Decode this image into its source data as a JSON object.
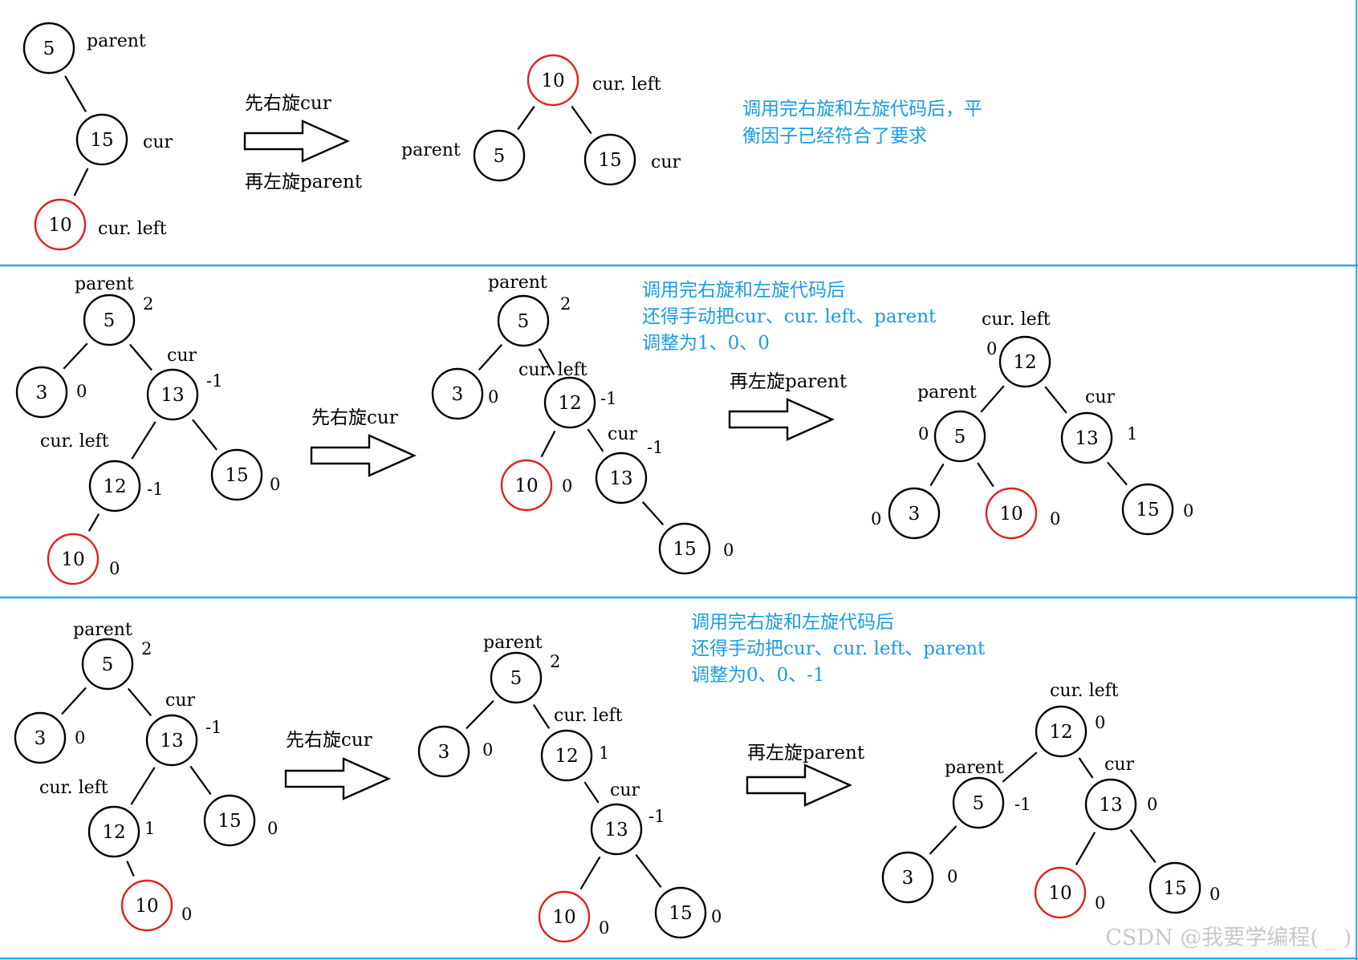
{
  "colors": {
    "node_stroke": "#000000",
    "highlight_stroke": "#e02020",
    "note_text": "#1a9be0",
    "divider": "#2aa6e8",
    "watermark": "#c8c8c8"
  },
  "watermark": "CSDN @我要学编程( _ )",
  "panels": [
    {
      "id": "case-a",
      "nodes": [
        {
          "id": "a1",
          "value": "5",
          "hl": false
        },
        {
          "id": "a2",
          "value": "15",
          "hl": false
        },
        {
          "id": "a3",
          "value": "10",
          "hl": true
        },
        {
          "id": "a4",
          "value": "10",
          "hl": true
        },
        {
          "id": "a5",
          "value": "5",
          "hl": false
        },
        {
          "id": "a6",
          "value": "15",
          "hl": false
        }
      ],
      "edges": [
        [
          "a1",
          "a2"
        ],
        [
          "a2",
          "a3"
        ],
        [
          "a4",
          "a5"
        ],
        [
          "a4",
          "a6"
        ]
      ],
      "labels": [
        {
          "id": "la1",
          "text": "parent"
        },
        {
          "id": "la2",
          "text": "cur"
        },
        {
          "id": "la3",
          "text": "cur. left"
        },
        {
          "id": "la4",
          "text": "cur. left"
        },
        {
          "id": "la5",
          "text": "parent"
        },
        {
          "id": "la6",
          "text": "cur"
        }
      ],
      "arrows": [
        {
          "id": "ar1",
          "top": "先右旋cur",
          "bottom": "再左旋parent"
        }
      ],
      "note": [
        "调用完右旋和左旋代码后，平",
        "衡因子已经符合了要求"
      ]
    },
    {
      "id": "case-b",
      "nodes": [
        {
          "id": "b1",
          "value": "5",
          "hl": false
        },
        {
          "id": "b2",
          "value": "3",
          "hl": false
        },
        {
          "id": "b3",
          "value": "13",
          "hl": false
        },
        {
          "id": "b4",
          "value": "12",
          "hl": false
        },
        {
          "id": "b5",
          "value": "15",
          "hl": false
        },
        {
          "id": "b6",
          "value": "10",
          "hl": true
        },
        {
          "id": "b7",
          "value": "5",
          "hl": false
        },
        {
          "id": "b8",
          "value": "3",
          "hl": false
        },
        {
          "id": "b9",
          "value": "12",
          "hl": false
        },
        {
          "id": "b10",
          "value": "10",
          "hl": true
        },
        {
          "id": "b11",
          "value": "13",
          "hl": false
        },
        {
          "id": "b12",
          "value": "15",
          "hl": false
        },
        {
          "id": "b13",
          "value": "12",
          "hl": false
        },
        {
          "id": "b14",
          "value": "5",
          "hl": false
        },
        {
          "id": "b15",
          "value": "13",
          "hl": false
        },
        {
          "id": "b16",
          "value": "3",
          "hl": false
        },
        {
          "id": "b17",
          "value": "10",
          "hl": true
        },
        {
          "id": "b18",
          "value": "15",
          "hl": false
        }
      ],
      "edges": [
        [
          "b1",
          "b2"
        ],
        [
          "b1",
          "b3"
        ],
        [
          "b3",
          "b4"
        ],
        [
          "b3",
          "b5"
        ],
        [
          "b4",
          "b6"
        ],
        [
          "b7",
          "b8"
        ],
        [
          "b7",
          "b9"
        ],
        [
          "b9",
          "b10"
        ],
        [
          "b9",
          "b11"
        ],
        [
          "b11",
          "b12"
        ],
        [
          "b13",
          "b14"
        ],
        [
          "b13",
          "b15"
        ],
        [
          "b14",
          "b16"
        ],
        [
          "b14",
          "b17"
        ],
        [
          "b15",
          "b18"
        ]
      ],
      "labels": [
        {
          "id": "lb1",
          "text": "parent"
        },
        {
          "id": "lb2",
          "text": "cur"
        },
        {
          "id": "lb3",
          "text": "cur. left"
        },
        {
          "id": "lb4",
          "text": "parent"
        },
        {
          "id": "lb5",
          "text": "cur. left"
        },
        {
          "id": "lb6",
          "text": "cur"
        },
        {
          "id": "lb7",
          "text": "cur. left"
        },
        {
          "id": "lb8",
          "text": "parent"
        },
        {
          "id": "lb9",
          "text": "cur"
        }
      ],
      "balances": [
        {
          "id": "bb1",
          "text": "2"
        },
        {
          "id": "bb2",
          "text": "0"
        },
        {
          "id": "bb3",
          "text": "-1"
        },
        {
          "id": "bb4",
          "text": "-1"
        },
        {
          "id": "bb5",
          "text": "0"
        },
        {
          "id": "bb6",
          "text": "0"
        },
        {
          "id": "bb7",
          "text": "2"
        },
        {
          "id": "bb8",
          "text": "0"
        },
        {
          "id": "bb9",
          "text": "-1"
        },
        {
          "id": "bb10",
          "text": "0"
        },
        {
          "id": "bb11",
          "text": "-1"
        },
        {
          "id": "bb12",
          "text": "0"
        },
        {
          "id": "bb13",
          "text": "0"
        },
        {
          "id": "bb14",
          "text": "0"
        },
        {
          "id": "bb15",
          "text": "1"
        },
        {
          "id": "bb16",
          "text": "0"
        },
        {
          "id": "bb17",
          "text": "0"
        },
        {
          "id": "bb18",
          "text": "0"
        }
      ],
      "arrows": [
        {
          "id": "br1",
          "top": "先右旋cur",
          "bottom": ""
        },
        {
          "id": "br2",
          "top": "再左旋parent",
          "bottom": ""
        }
      ],
      "note": [
        "调用完右旋和左旋代码后",
        "还得手动把cur、cur. left、parent",
        "调整为1、0、0"
      ]
    },
    {
      "id": "case-c",
      "nodes": [
        {
          "id": "c1",
          "value": "5",
          "hl": false
        },
        {
          "id": "c2",
          "value": "3",
          "hl": false
        },
        {
          "id": "c3",
          "value": "13",
          "hl": false
        },
        {
          "id": "c4",
          "value": "12",
          "hl": false
        },
        {
          "id": "c5",
          "value": "15",
          "hl": false
        },
        {
          "id": "c6",
          "value": "10",
          "hl": true
        },
        {
          "id": "c7",
          "value": "5",
          "hl": false
        },
        {
          "id": "c8",
          "value": "3",
          "hl": false
        },
        {
          "id": "c9",
          "value": "12",
          "hl": false
        },
        {
          "id": "c10",
          "value": "13",
          "hl": false
        },
        {
          "id": "c11",
          "value": "10",
          "hl": true
        },
        {
          "id": "c12",
          "value": "15",
          "hl": false
        },
        {
          "id": "c13",
          "value": "12",
          "hl": false
        },
        {
          "id": "c14",
          "value": "5",
          "hl": false
        },
        {
          "id": "c15",
          "value": "13",
          "hl": false
        },
        {
          "id": "c16",
          "value": "3",
          "hl": false
        },
        {
          "id": "c17",
          "value": "10",
          "hl": true
        },
        {
          "id": "c18",
          "value": "15",
          "hl": false
        }
      ],
      "edges": [
        [
          "c1",
          "c2"
        ],
        [
          "c1",
          "c3"
        ],
        [
          "c3",
          "c4"
        ],
        [
          "c3",
          "c5"
        ],
        [
          "c4",
          "c6"
        ],
        [
          "c7",
          "c8"
        ],
        [
          "c7",
          "c9"
        ],
        [
          "c9",
          "c10"
        ],
        [
          "c10",
          "c11"
        ],
        [
          "c10",
          "c12"
        ],
        [
          "c13",
          "c14"
        ],
        [
          "c13",
          "c15"
        ],
        [
          "c14",
          "c16"
        ],
        [
          "c15",
          "c17"
        ],
        [
          "c15",
          "c18"
        ]
      ],
      "labels": [
        {
          "id": "lc1",
          "text": "parent"
        },
        {
          "id": "lc2",
          "text": "cur"
        },
        {
          "id": "lc3",
          "text": "cur. left"
        },
        {
          "id": "lc4",
          "text": "parent"
        },
        {
          "id": "lc5",
          "text": "cur. left"
        },
        {
          "id": "lc6",
          "text": "cur"
        },
        {
          "id": "lc7",
          "text": "cur. left"
        },
        {
          "id": "lc8",
          "text": "parent"
        },
        {
          "id": "lc9",
          "text": "cur"
        }
      ],
      "balances": [
        {
          "id": "cb1",
          "text": "2"
        },
        {
          "id": "cb2",
          "text": "0"
        },
        {
          "id": "cb3",
          "text": "-1"
        },
        {
          "id": "cb4",
          "text": "1"
        },
        {
          "id": "cb5",
          "text": "0"
        },
        {
          "id": "cb6",
          "text": "0"
        },
        {
          "id": "cb7",
          "text": "2"
        },
        {
          "id": "cb8",
          "text": "0"
        },
        {
          "id": "cb9",
          "text": "1"
        },
        {
          "id": "cb10",
          "text": "-1"
        },
        {
          "id": "cb11",
          "text": "0"
        },
        {
          "id": "cb12",
          "text": "0"
        },
        {
          "id": "cb13",
          "text": "0"
        },
        {
          "id": "cb14",
          "text": "-1"
        },
        {
          "id": "cb15",
          "text": "0"
        },
        {
          "id": "cb16",
          "text": "0"
        },
        {
          "id": "cb17",
          "text": "0"
        },
        {
          "id": "cb18",
          "text": "0"
        }
      ],
      "arrows": [
        {
          "id": "cr1",
          "top": "先右旋cur",
          "bottom": ""
        },
        {
          "id": "cr2",
          "top": "再左旋parent",
          "bottom": ""
        }
      ],
      "note": [
        "调用完右旋和左旋代码后",
        "还得手动把cur、cur. left、parent",
        "调整为0、0、-1"
      ]
    }
  ]
}
